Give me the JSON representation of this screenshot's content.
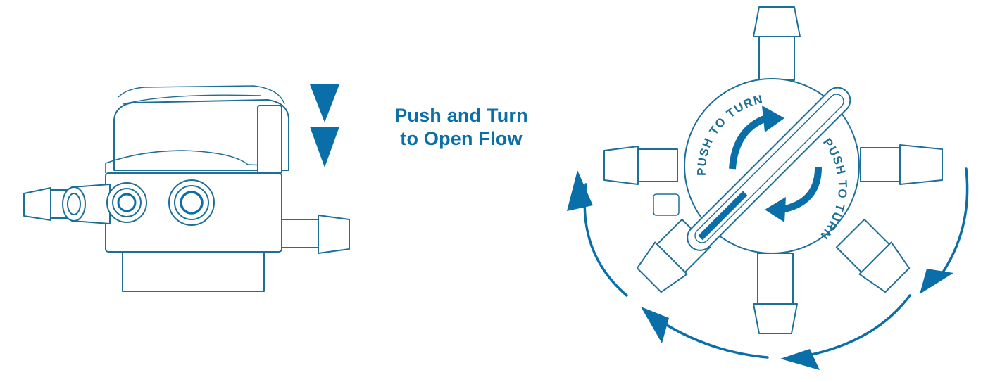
{
  "caption": {
    "line1": "Push and Turn",
    "line2": "to Open Flow"
  },
  "dial": {
    "label_upper": "PUSH TO TURN",
    "label_lower": "PUSH TO TURN"
  },
  "colors": {
    "accent": "#0a6fa8",
    "outline": "#1e6f97",
    "fill": "#ffffff"
  },
  "icons": {
    "push_down": "double-chevron-down-icon",
    "turn_indicator": "curved-arrow-icon"
  }
}
